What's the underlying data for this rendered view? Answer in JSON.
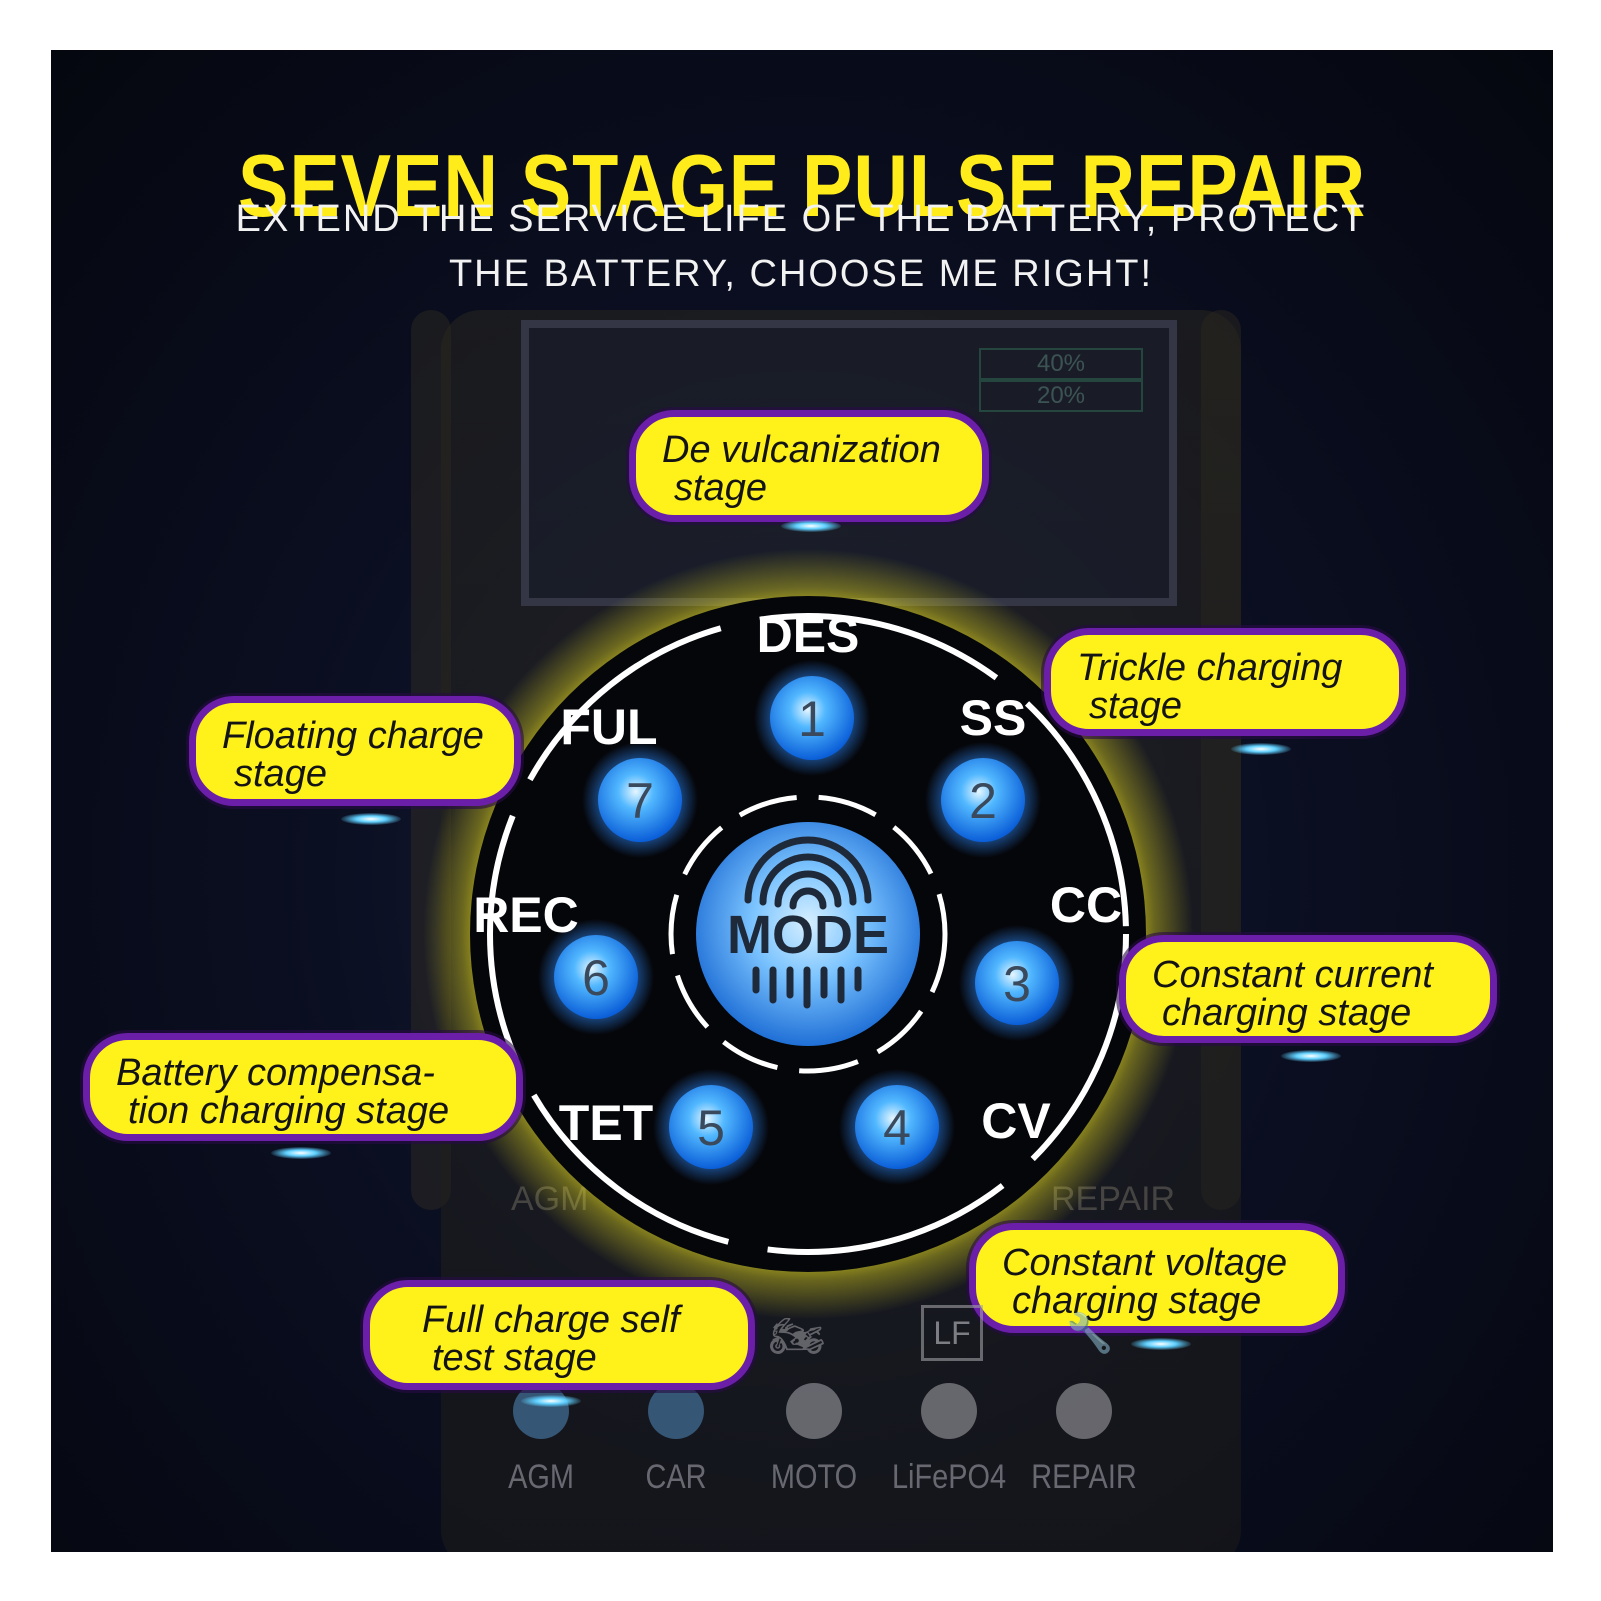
{
  "title": "SEVEN STAGE PULSE REPAIR",
  "subtitle": {
    "line1": "EXTEND THE SERVICE LIFE OF THE BATTERY, PROTECT",
    "line2": "THE BATTERY, CHOOSE ME RIGHT!"
  },
  "ghost_meter": [
    "40%",
    "20%"
  ],
  "center_button": {
    "label": "MODE",
    "icon": "fingerprint-icon"
  },
  "stages": [
    {
      "number": "1",
      "code": "DES"
    },
    {
      "number": "2",
      "code": "SS"
    },
    {
      "number": "3",
      "code": "CC"
    },
    {
      "number": "4",
      "code": "CV"
    },
    {
      "number": "5",
      "code": "TET"
    },
    {
      "number": "6",
      "code": "REC"
    },
    {
      "number": "7",
      "code": "FUL"
    }
  ],
  "callouts": {
    "devulcanization": {
      "line1": "De vulcanization",
      "line2": "stage"
    },
    "trickle": {
      "line1": "Trickle charging",
      "line2": "stage"
    },
    "floating": {
      "line1": "Floating charge",
      "line2": "stage"
    },
    "constant_current": {
      "line1": "Constant current",
      "line2": "charging stage"
    },
    "compensation": {
      "line1": "Battery compensa-",
      "line2": "tion charging stage"
    },
    "constant_voltage": {
      "line1": "Constant voltage",
      "line2": "charging stage"
    },
    "full_charge": {
      "line1": "Full charge self",
      "line2": "test stage"
    }
  },
  "ghost_labels": {
    "agm_top": "AGM",
    "repair_top": "REPAIR",
    "lf_icon": "LF"
  },
  "modes": [
    {
      "label": "AGM",
      "icon": "agm-icon"
    },
    {
      "label": "CAR",
      "icon": "car-icon"
    },
    {
      "label": "MOTO",
      "icon": "motorcycle-icon"
    },
    {
      "label": "LiFePO4",
      "icon": "battery-lf-icon"
    },
    {
      "label": "REPAIR",
      "icon": "wrench-icon"
    }
  ],
  "colors": {
    "accent_yellow": "#fff21a",
    "callout_border": "#6b1fa8",
    "stage_blue": "#1e90ff",
    "background": "#0b0f22"
  }
}
